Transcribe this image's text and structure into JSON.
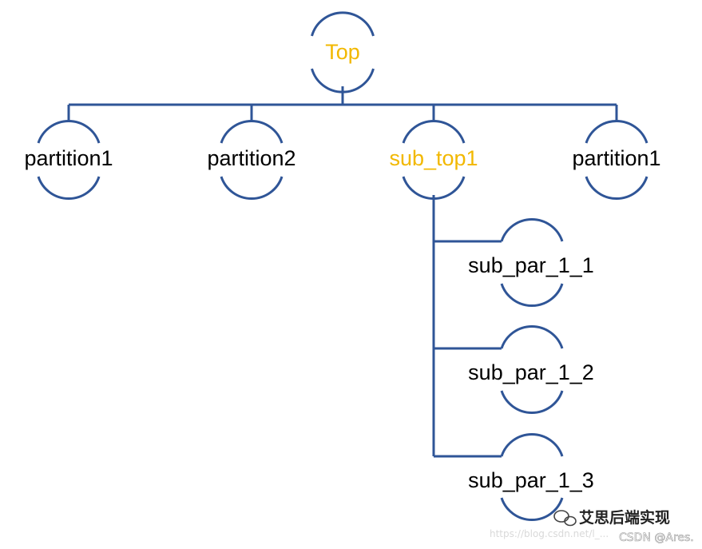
{
  "colors": {
    "connector": "#2f5597",
    "highlight_label": "#f2b800",
    "normal_label": "#000000"
  },
  "nodes": {
    "top": {
      "label": "Top",
      "highlight": true
    },
    "partition1_a": {
      "label": "partition1",
      "highlight": false
    },
    "partition2": {
      "label": "partition2",
      "highlight": false
    },
    "sub_top1": {
      "label": "sub_top1",
      "highlight": true
    },
    "partition1_b": {
      "label": "partition1",
      "highlight": false
    },
    "sub_par_1_1": {
      "label": "sub_par_1_1",
      "highlight": false
    },
    "sub_par_1_2": {
      "label": "sub_par_1_2",
      "highlight": false
    },
    "sub_par_1_3": {
      "label": "sub_par_1_3",
      "highlight": false
    }
  },
  "edges": [
    [
      "top",
      "partition1_a"
    ],
    [
      "top",
      "partition2"
    ],
    [
      "top",
      "sub_top1"
    ],
    [
      "top",
      "partition1_b"
    ],
    [
      "sub_top1",
      "sub_par_1_1"
    ],
    [
      "sub_top1",
      "sub_par_1_2"
    ],
    [
      "sub_top1",
      "sub_par_1_3"
    ]
  ],
  "watermark": {
    "brand_icon": "wechat-icon",
    "brand_text": "艾思后端实现",
    "url": "https://blog.csdn.net/l_...",
    "csdn": "CSDN @Ares."
  }
}
